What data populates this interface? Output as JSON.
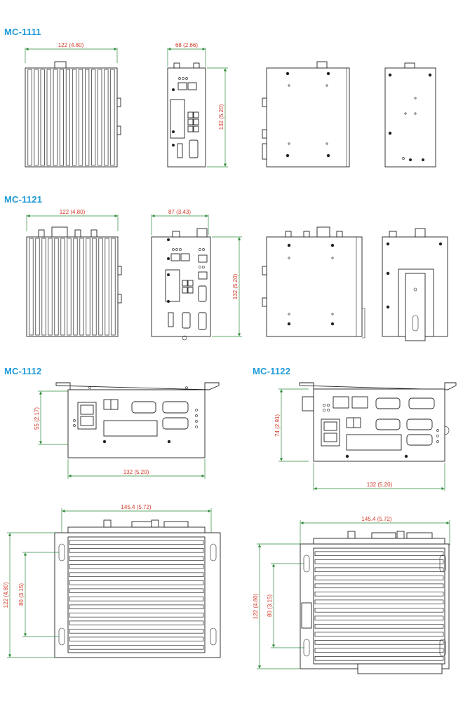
{
  "models": {
    "mc1111": "MC-1111",
    "mc1121": "MC-1121",
    "mc1112": "MC-1112",
    "mc1122": "MC-1122"
  },
  "dimensions": {
    "mc1111_width": "122 (4.80)",
    "mc1111_depth": "68 (2.66)",
    "mc1111_height": "132 (5.20)",
    "mc1121_width": "122 (4.80)",
    "mc1121_depth": "87 (3.43)",
    "mc1121_height": "132 (5.20)",
    "mc1112_height": "55 (2.17)",
    "mc1112_width": "132 (5.20)",
    "mc1122_height": "74 (2.91)",
    "mc1122_width": "132 (5.20)",
    "mc1112_bottom_width": "145.4 (5.72)",
    "mc1112_bottom_depth": "122 (4.80)",
    "mc1112_bottom_mount": "80 (3.15)",
    "mc1122_bottom_width": "145.4 (5.72)",
    "mc1122_bottom_depth": "122 (4.80)",
    "mc1122_bottom_mount": "80 (3.15)"
  },
  "colors": {
    "title": "#1f9ad8",
    "dimension_text": "#d43a2a",
    "dimension_line": "#2e8b3a",
    "outline": "#222222"
  }
}
